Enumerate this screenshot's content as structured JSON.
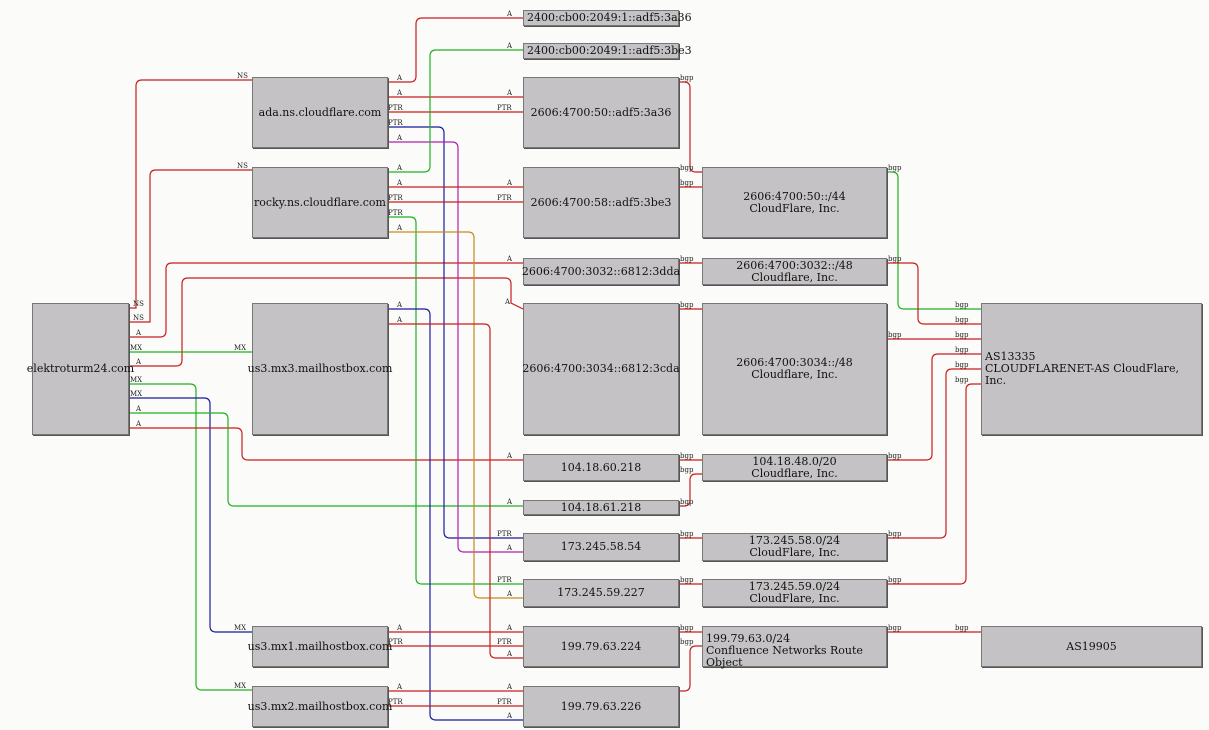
{
  "nodes": {
    "elektro": "elektroturm24.com",
    "ada": "ada.ns.cloudflare.com",
    "rocky": "rocky.ns.cloudflare.com",
    "mx3": "us3.mx3.mailhostbox.com",
    "mx1": "us3.mx1.mailhostbox.com",
    "mx2": "us3.mx2.mailhostbox.com",
    "ip6_a36_2400": "2400:cb00:2049:1::adf5:3a36",
    "ip6_be3_2400": "2400:cb00:2049:1::adf5:3be3",
    "ip6_a36": "2606:4700:50::adf5:3a36",
    "ip6_be3": "2606:4700:58::adf5:3be3",
    "ip6_3dda": "2606:4700:3032::6812:3dda",
    "ip6_3cda": "2606:4700:3034::6812:3cda",
    "ip4_60": "104.18.60.218",
    "ip4_61": "104.18.61.218",
    "ip4_58": "173.245.58.54",
    "ip4_59": "173.245.59.227",
    "ip4_224": "199.79.63.224",
    "ip4_226": "199.79.63.226",
    "pfx_50": [
      "2606:4700:50::/44",
      "CloudFlare, Inc."
    ],
    "pfx_3032": [
      "2606:4700:3032::/48",
      "Cloudflare, Inc."
    ],
    "pfx_3034": [
      "2606:4700:3034::/48",
      "Cloudflare, Inc."
    ],
    "pfx_48": [
      "104.18.48.0/20",
      "Cloudflare, Inc."
    ],
    "pfx_58": [
      "173.245.58.0/24",
      "CloudFlare, Inc."
    ],
    "pfx_59": [
      "173.245.59.0/24",
      "CloudFlare, Inc."
    ],
    "pfx_63": [
      "199.79.63.0/24",
      "Confluence Networks Route Object"
    ],
    "as13335": [
      "AS13335",
      "CLOUDFLARENET-AS CloudFlare, Inc."
    ],
    "as19905": "AS19905"
  },
  "edge_labels": {
    "ns": "NS",
    "a": "A",
    "mx": "MX",
    "ptr": "PTR",
    "bgp": "bgp"
  },
  "colors": {
    "red": "#c81e1e",
    "green": "#20b020",
    "blue": "#1a1aa0",
    "magenta": "#b020b0",
    "orange": "#c88a1a",
    "node_fill": "#c4c2c5",
    "background": "#fbfbf9"
  }
}
